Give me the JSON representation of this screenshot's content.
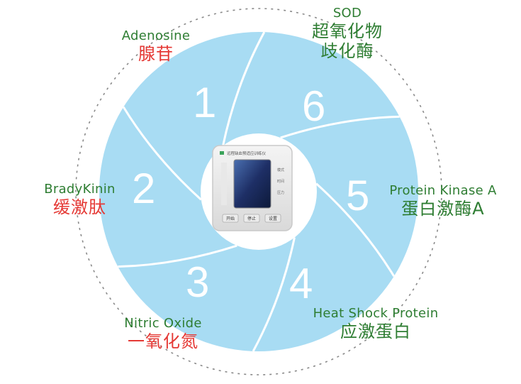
{
  "colors": {
    "segment_fill": "#a8dcf3",
    "segment_stroke": "#ffffff",
    "dashed_ring": "#8a8a8a",
    "center_fill": "#ffffff",
    "label_green": "#2e7d32",
    "label_red": "#e53935",
    "number_color": "#ffffff"
  },
  "segments": [
    {
      "number": "1",
      "en": "Adenosine",
      "cn": "腺苷",
      "en_color": "#2e7d32",
      "cn_color": "#e53935"
    },
    {
      "number": "2",
      "en": "BradyKinin",
      "cn": "缓激肽",
      "en_color": "#2e7d32",
      "cn_color": "#e53935"
    },
    {
      "number": "3",
      "en": "Nitric Oxide",
      "cn": "一氧化氮",
      "en_color": "#2e7d32",
      "cn_color": "#e53935"
    },
    {
      "number": "4",
      "en": "Heat Shock Protein",
      "cn": "应激蛋白",
      "en_color": "#2e7d32",
      "cn_color": "#2e7d32"
    },
    {
      "number": "5",
      "en": "Protein Kinase A",
      "cn": "蛋白激酶A",
      "en_color": "#2e7d32",
      "cn_color": "#2e7d32"
    },
    {
      "number": "6",
      "en": "SOD",
      "cn": "超氧化物",
      "cn2": "歧化酶",
      "en_color": "#2e7d32",
      "cn_color": "#2e7d32"
    }
  ],
  "device": {
    "icon": "blood-pressure-monitor-icon",
    "header_text": "远程缺血预适应训练仪",
    "buttons": [
      "开始",
      "停止",
      "设置"
    ],
    "side_keys": [
      "模式",
      "时间",
      "压力"
    ]
  }
}
